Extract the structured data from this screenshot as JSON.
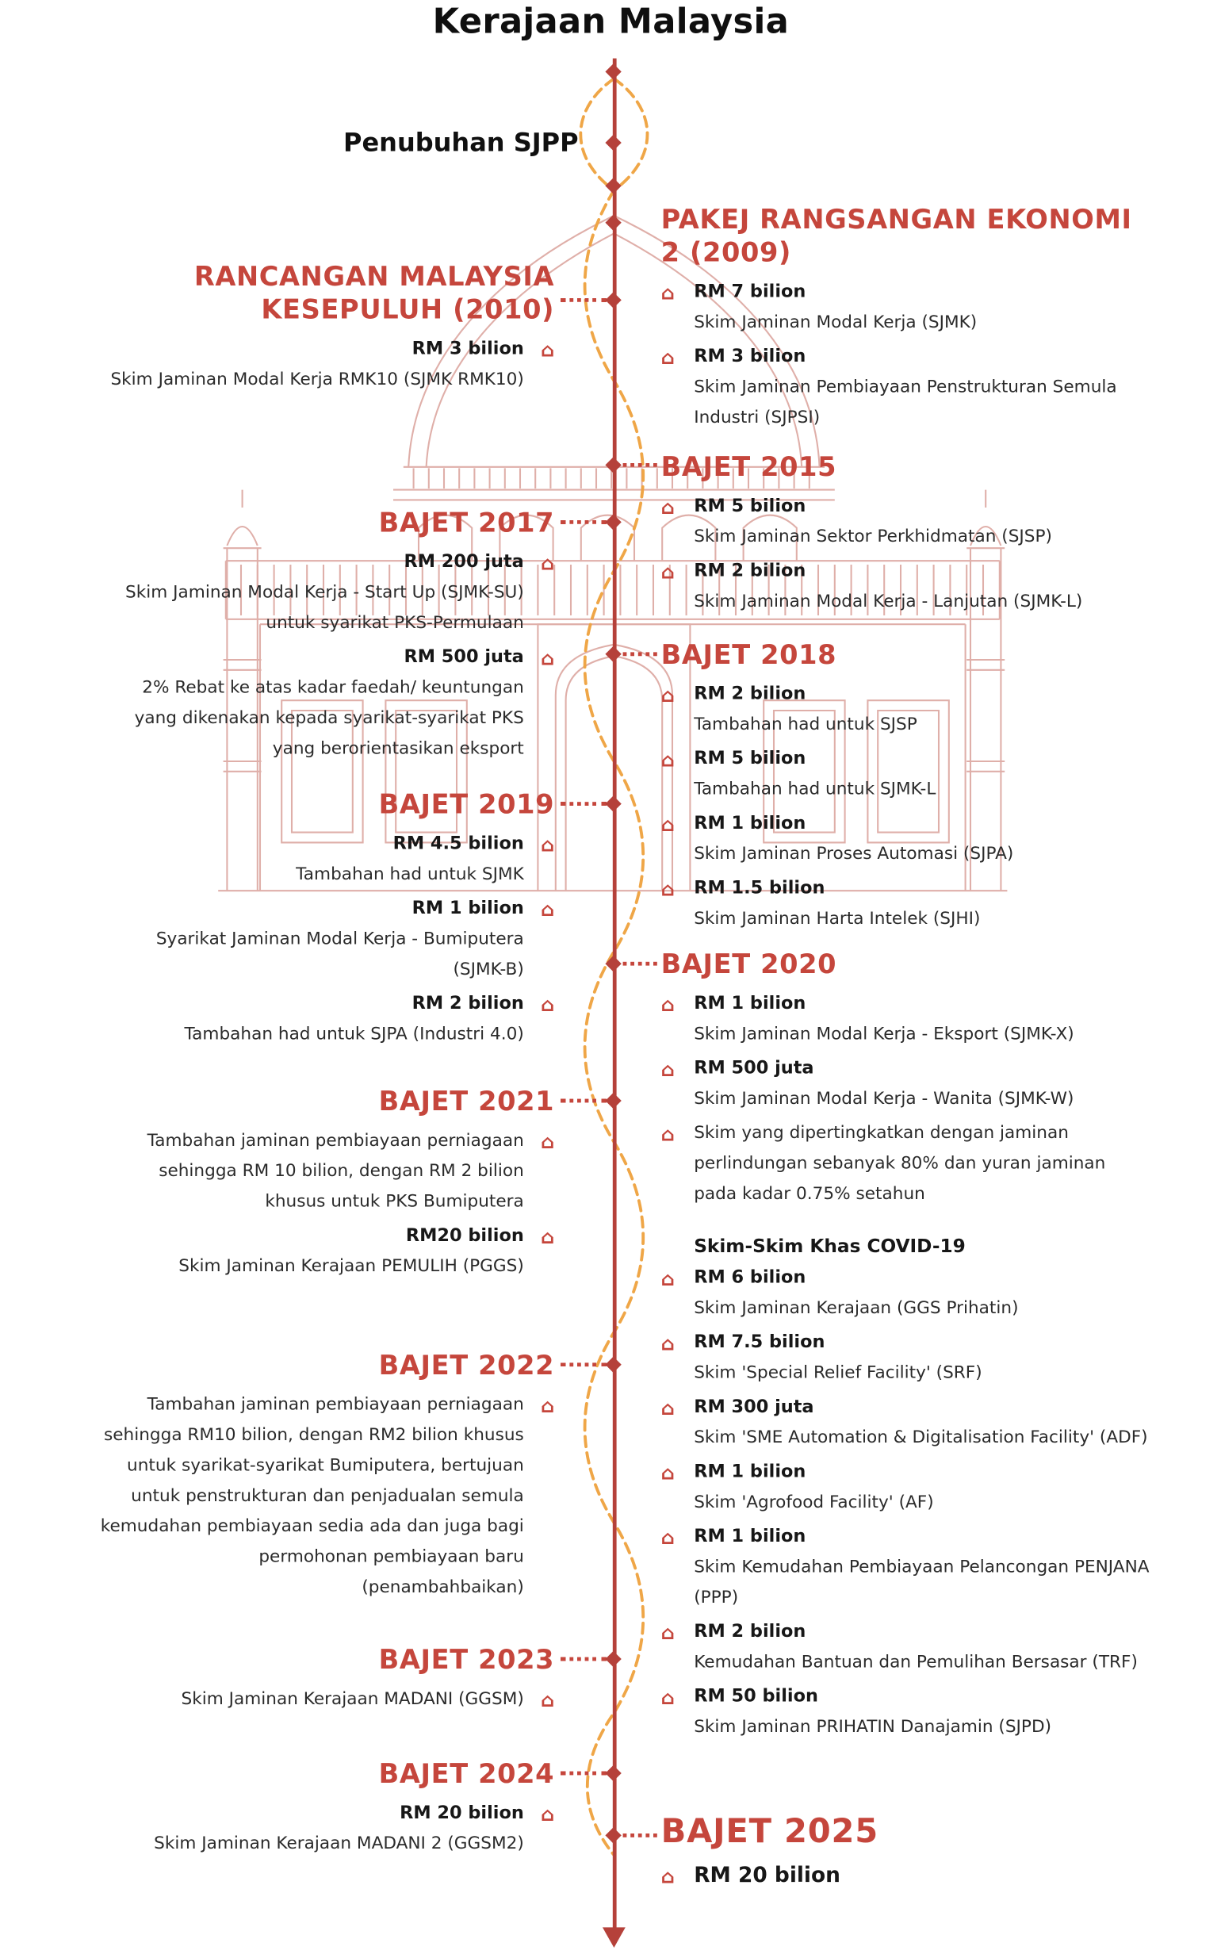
{
  "colors": {
    "heading_red": "#c5463c",
    "timeline_red": "#b5413a",
    "curve_orange": "#efa23e",
    "mosque_pink": "#d89b94",
    "text_dark": "#2b2b2b"
  },
  "icons": {
    "scheme_glyph": "⌂"
  },
  "header": {
    "title": "Kerajaan Malaysia",
    "origin_label": "Penubuhan SJPP"
  },
  "sections": {
    "pakej": {
      "heading": "PAKEJ RANGSANGAN EKONOMI 2 (2009)",
      "items": [
        {
          "amount": "RM 7 bilion",
          "desc": "Skim Jaminan Modal Kerja (SJMK)"
        },
        {
          "amount": "RM 3 bilion",
          "desc": "Skim Jaminan Pembiayaan Penstrukturan Semula Industri (SJPSI)"
        }
      ]
    },
    "rmk10": {
      "heading": "RANCANGAN MALAYSIA KESEPULUH (2010)",
      "items": [
        {
          "amount": "RM 3 bilion",
          "desc": "Skim Jaminan Modal Kerja RMK10 (SJMK RMK10)"
        }
      ]
    },
    "bajet2015": {
      "heading": "BAJET 2015",
      "items": [
        {
          "amount": "RM 5 bilion",
          "desc": "Skim Jaminan Sektor Perkhidmatan (SJSP)"
        },
        {
          "amount": "RM 2 bilion",
          "desc": "Skim Jaminan Modal Kerja - Lanjutan (SJMK-L)"
        }
      ]
    },
    "bajet2017": {
      "heading": "BAJET 2017",
      "items": [
        {
          "amount": "RM 200 juta",
          "desc": "Skim Jaminan Modal Kerja - Start Up (SJMK-SU) untuk syarikat PKS-Permulaan"
        },
        {
          "amount": "RM 500 juta",
          "desc": "2% Rebat ke atas kadar faedah/ keuntungan yang dikenakan kepada syarikat-syarikat PKS yang berorientasikan eksport"
        }
      ]
    },
    "bajet2018": {
      "heading": "BAJET 2018",
      "items": [
        {
          "amount": "RM 2 bilion",
          "desc": "Tambahan had untuk SJSP"
        },
        {
          "amount": "RM 5 bilion",
          "desc": "Tambahan had untuk SJMK-L"
        },
        {
          "amount": "RM 1 bilion",
          "desc": "Skim Jaminan Proses Automasi (SJPA)"
        },
        {
          "amount": "RM 1.5 bilion",
          "desc": "Skim Jaminan Harta Intelek (SJHI)"
        }
      ]
    },
    "bajet2019": {
      "heading": "BAJET 2019",
      "items": [
        {
          "amount": "RM 4.5 bilion",
          "desc": "Tambahan had untuk SJMK"
        },
        {
          "amount": "RM 1 bilion",
          "desc": "Syarikat Jaminan Modal Kerja - Bumiputera (SJMK-B)"
        },
        {
          "amount": "RM 2 bilion",
          "desc": "Tambahan had untuk SJPA (Industri 4.0)"
        }
      ]
    },
    "bajet2020": {
      "heading": "BAJET 2020",
      "items": [
        {
          "amount": "RM 1 bilion",
          "desc": "Skim Jaminan Modal Kerja - Eksport (SJMK-X)"
        },
        {
          "amount": "RM 500 juta",
          "desc": "Skim Jaminan Modal Kerja - Wanita (SJMK-W)"
        },
        {
          "amount": "",
          "desc": "Skim yang dipertingkatkan dengan jaminan perlindungan sebanyak 80% dan yuran jaminan pada kadar 0.75% setahun"
        }
      ],
      "covid_heading": "Skim-Skim Khas COVID-19",
      "covid_items": [
        {
          "amount": "RM 6 bilion",
          "desc": "Skim Jaminan Kerajaan (GGS Prihatin)"
        },
        {
          "amount": "RM 7.5 bilion",
          "desc": "Skim 'Special Relief Facility' (SRF)"
        },
        {
          "amount": "RM 300 juta",
          "desc": "Skim 'SME Automation & Digitalisation Facility' (ADF)"
        },
        {
          "amount": "RM 1 bilion",
          "desc": "Skim 'Agrofood Facility' (AF)"
        },
        {
          "amount": "RM 1 bilion",
          "desc": "Skim Kemudahan Pembiayaan Pelancongan PENJANA (PPP)"
        },
        {
          "amount": "RM 2 bilion",
          "desc": "Kemudahan Bantuan dan Pemulihan Bersasar (TRF)"
        },
        {
          "amount": "RM 50 bilion",
          "desc": "Skim Jaminan PRIHATIN Danajamin (SJPD)"
        }
      ]
    },
    "bajet2021": {
      "heading": "BAJET 2021",
      "items": [
        {
          "amount": "",
          "desc": "Tambahan jaminan pembiayaan perniagaan sehingga RM 10 bilion, dengan RM 2 bilion khusus untuk PKS Bumiputera"
        },
        {
          "amount": "RM20 bilion",
          "desc": "Skim Jaminan Kerajaan PEMULIH (PGGS)"
        }
      ]
    },
    "bajet2022": {
      "heading": "BAJET 2022",
      "items": [
        {
          "amount": "",
          "desc": "Tambahan jaminan pembiayaan perniagaan sehingga RM10 bilion, dengan RM2 bilion khusus untuk syarikat-syarikat Bumiputera, bertujuan untuk penstrukturan dan penjadualan semula kemudahan pembiayaan sedia ada dan juga bagi permohonan pembiayaan baru (penambahbaikan)"
        }
      ]
    },
    "bajet2023": {
      "heading": "BAJET 2023",
      "items": [
        {
          "amount": "",
          "desc": "Skim Jaminan Kerajaan MADANI (GGSM)"
        }
      ]
    },
    "bajet2024": {
      "heading": "BAJET 2024",
      "items": [
        {
          "amount": "RM 20 bilion",
          "desc": "Skim Jaminan Kerajaan MADANI 2 (GGSM2)"
        }
      ]
    },
    "bajet2025": {
      "heading": "BAJET 2025",
      "items": [
        {
          "amount": "RM 20 bilion"
        }
      ]
    }
  }
}
